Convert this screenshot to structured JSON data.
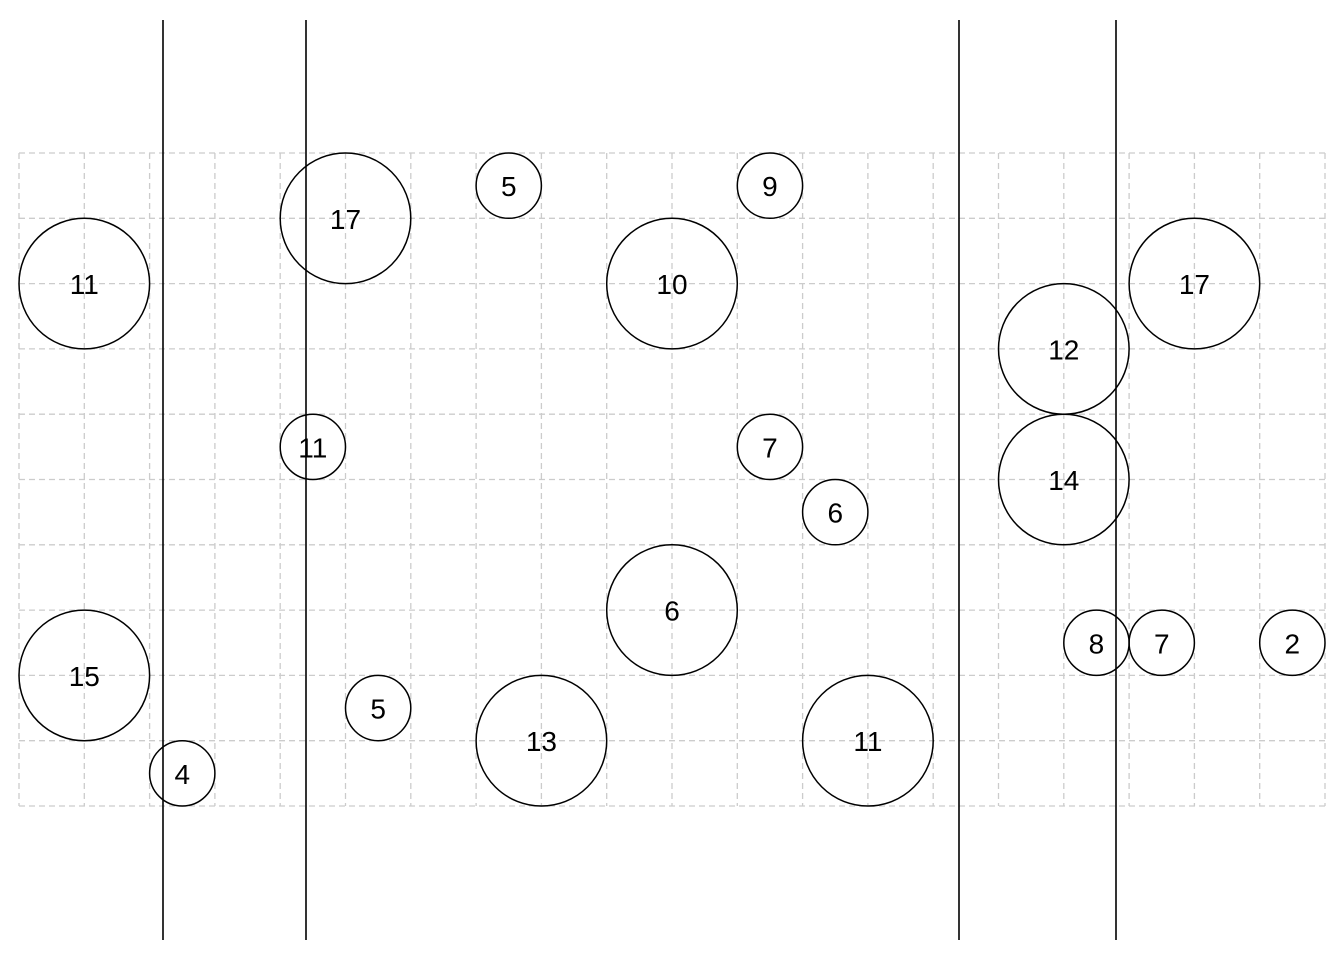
{
  "grid": {
    "columns": 20,
    "rows": 10
  },
  "colors": {
    "grid": "#cccccc",
    "stroke": "#000000"
  },
  "bubbles": [
    {
      "label": "11",
      "col": 1,
      "row": 2,
      "size": 1
    },
    {
      "label": "17",
      "col": 5,
      "row": 1,
      "size": 1
    },
    {
      "label": "5",
      "col": 7.5,
      "row": 0.5,
      "size": 0.5
    },
    {
      "label": "9",
      "col": 11.5,
      "row": 0.5,
      "size": 0.5
    },
    {
      "label": "10",
      "col": 10,
      "row": 2,
      "size": 1
    },
    {
      "label": "12",
      "col": 16,
      "row": 3,
      "size": 1
    },
    {
      "label": "17",
      "col": 18,
      "row": 2,
      "size": 1
    },
    {
      "label": "11",
      "col": 4.5,
      "row": 4.5,
      "size": 0.5
    },
    {
      "label": "7",
      "col": 11.5,
      "row": 4.5,
      "size": 0.5
    },
    {
      "label": "6",
      "col": 12.5,
      "row": 5.5,
      "size": 0.5
    },
    {
      "label": "14",
      "col": 16,
      "row": 5,
      "size": 1
    },
    {
      "label": "6",
      "col": 10,
      "row": 7,
      "size": 1
    },
    {
      "label": "15",
      "col": 1,
      "row": 8,
      "size": 1
    },
    {
      "label": "8",
      "col": 16.5,
      "row": 7.5,
      "size": 0.5
    },
    {
      "label": "7",
      "col": 17.5,
      "row": 7.5,
      "size": 0.5
    },
    {
      "label": "2",
      "col": 19.5,
      "row": 7.5,
      "size": 0.5
    },
    {
      "label": "5",
      "col": 5.5,
      "row": 8.5,
      "size": 0.5
    },
    {
      "label": "13",
      "col": 8,
      "row": 9,
      "size": 1
    },
    {
      "label": "11",
      "col": 13,
      "row": 9,
      "size": 1
    },
    {
      "label": "4",
      "col": 2.5,
      "row": 9.5,
      "size": 0.5
    }
  ]
}
